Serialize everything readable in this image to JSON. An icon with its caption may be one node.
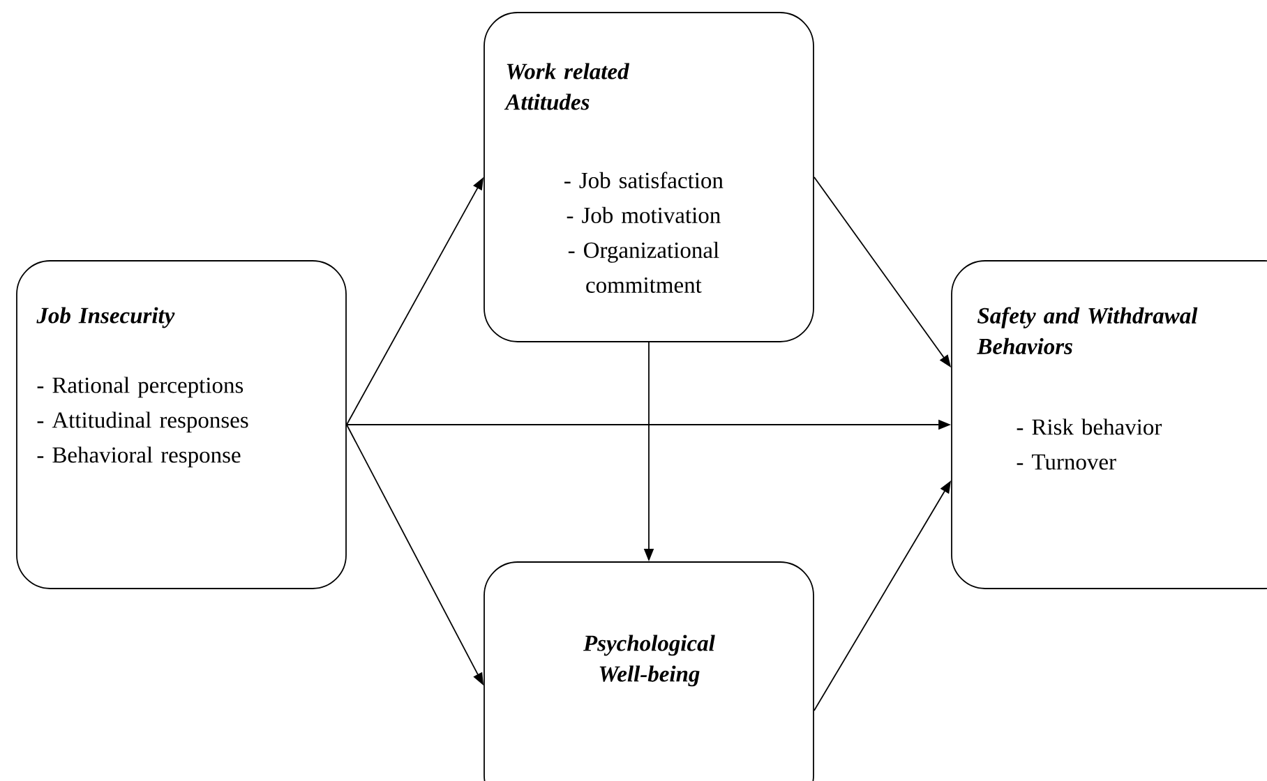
{
  "diagram": {
    "nodes": [
      {
        "text": [
          "Job Insecurity",
          "- Rational perceptions",
          "- Attitudinal responses",
          "- Behavioral response"
        ]
      },
      {
        "text": [
          "Work related Attitudes",
          "- Job satisfaction",
          "- Job motivation",
          "- Organizational commitment"
        ]
      },
      {
        "text": [
          "Psychological Well-being"
        ]
      },
      {
        "text": [
          "Safety and Withdrawal Behaviors",
          "- Risk behavior",
          "- Turnover"
        ]
      }
    ],
    "edges": [
      {
        "from": 0,
        "to": 1,
        "arrow": "to"
      },
      {
        "from": 0,
        "to": 3,
        "arrow": "to"
      },
      {
        "from": 0,
        "to": 2,
        "arrow": "to"
      },
      {
        "from": 1,
        "to": 3,
        "arrow": "to"
      },
      {
        "from": 1,
        "to": 2,
        "arrow": "to"
      },
      {
        "from": 2,
        "to": 3,
        "arrow": "to"
      }
    ]
  }
}
